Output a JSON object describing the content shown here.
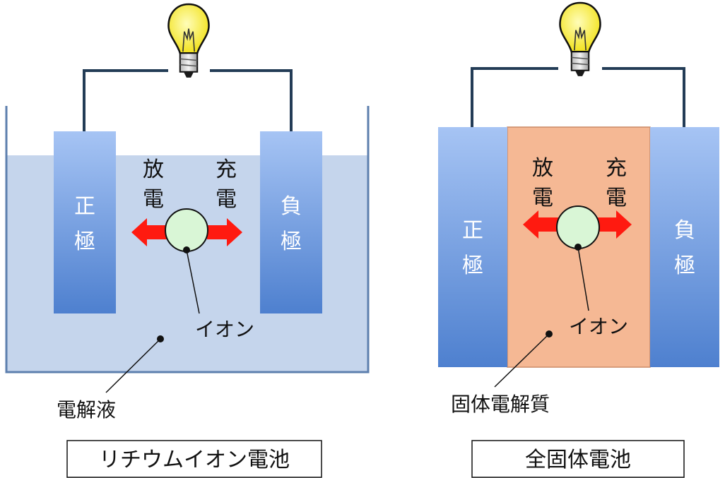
{
  "colors": {
    "electrolyte": "#c5d5ec",
    "electrolyte_edge": "#5d7fae",
    "electrode_top": "#a6c4f4",
    "electrode_bottom": "#4e80cf",
    "solid_electrolyte": "#f5b894",
    "wire": "#233c56",
    "arrow": "#ff1a10",
    "ion": "#d9f6d6",
    "bulb": "#f6ec3c"
  },
  "panels": [
    {
      "id": "liquid",
      "positive_electrode": [
        "正",
        "極"
      ],
      "negative_electrode": [
        "負",
        "極"
      ],
      "discharge": [
        "放",
        "電"
      ],
      "charge": [
        "充",
        "電"
      ],
      "ion_label": "イオン",
      "electrolyte_label": "電解液",
      "caption": "リチウムイオン電池"
    },
    {
      "id": "solid",
      "positive_electrode": [
        "正",
        "極"
      ],
      "negative_electrode": [
        "負",
        "極"
      ],
      "discharge": [
        "放",
        "電"
      ],
      "charge": [
        "充",
        "電"
      ],
      "ion_label": "イオン",
      "electrolyte_label": "固体電解質",
      "caption": "全固体電池"
    }
  ]
}
